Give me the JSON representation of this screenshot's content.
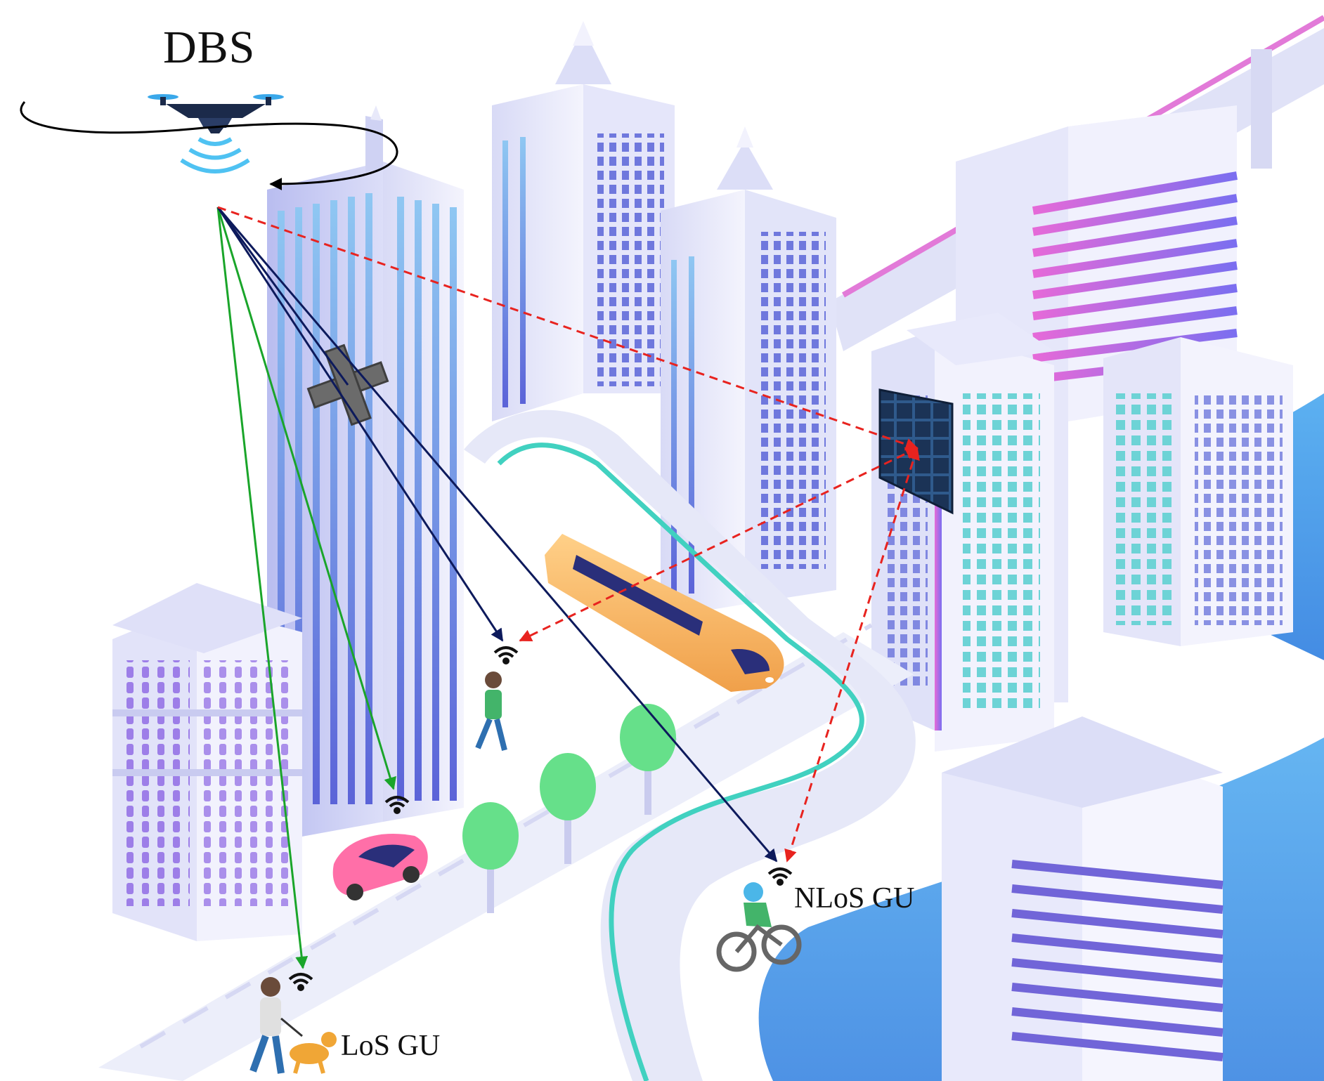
{
  "labels": {
    "dbs": "DBS",
    "nlos_gu": "NLoS GU",
    "los_gu": "LoS GU"
  },
  "colors": {
    "los_link": "#1aa52a",
    "nlos_link": "#0d1a5c",
    "ris_link": "#e8231f",
    "trajectory": "#000000",
    "building_light": "#eeeefa",
    "building_blue": "#7f86e0",
    "road": "#e4e6f6",
    "river": "#3f9be8",
    "tree": "#64e08a",
    "train": "#f7b35a",
    "car": "#ff6fa8",
    "ris_panel": "#1b3356",
    "blocker": "#6b6b6b"
  },
  "icons": [
    "drone-icon",
    "wifi-icon",
    "blocked-cross-icon",
    "ris-panel-icon",
    "pedestrian-icon",
    "car-icon",
    "cyclist-icon",
    "dog-walker-icon",
    "train-icon"
  ]
}
